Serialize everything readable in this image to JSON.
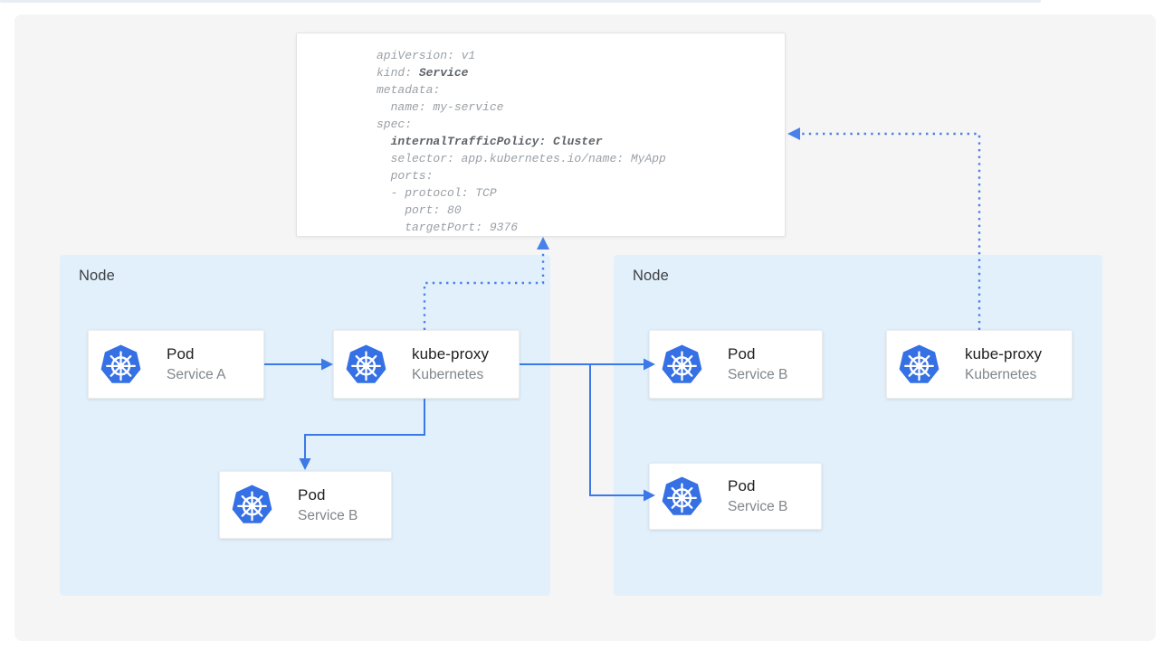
{
  "diagram_title": "Kubernetes Service internalTrafficPolicy Cluster diagram",
  "colors": {
    "panel_bg": "#f5f5f6",
    "node_bg": "#e2f0fc",
    "card_bg": "#ffffff",
    "arrow_solid": "#3b78e8",
    "arrow_dotted": "#4a80ea",
    "k8s_blue": "#3570e4",
    "title_text": "#202124",
    "subtitle_text": "#80868b",
    "node_label": "#3c4043",
    "code_regular": "#9aa0a6",
    "code_bold": "#5f6368",
    "top_line": "#e9edf3"
  },
  "yaml_card": {
    "lines": [
      {
        "pre": "apiVersion: v1",
        "bold": "",
        "post": ""
      },
      {
        "pre": "kind: ",
        "bold": "Service",
        "post": ""
      },
      {
        "pre": "metadata:",
        "bold": "",
        "post": ""
      },
      {
        "pre": "  name: my-service",
        "bold": "",
        "post": ""
      },
      {
        "pre": "spec:",
        "bold": "",
        "post": ""
      },
      {
        "pre": "  ",
        "bold": "internalTrafficPolicy: Cluster",
        "post": ""
      },
      {
        "pre": "  selector: app.kubernetes.io/name: MyApp",
        "bold": "",
        "post": ""
      },
      {
        "pre": "  ports:",
        "bold": "",
        "post": ""
      },
      {
        "pre": "  - protocol: TCP",
        "bold": "",
        "post": ""
      },
      {
        "pre": "    port: 80",
        "bold": "",
        "post": ""
      },
      {
        "pre": "    targetPort: 9376",
        "bold": "",
        "post": ""
      }
    ]
  },
  "nodes": [
    {
      "label": "Node",
      "cards": [
        {
          "title": "Pod",
          "subtitle": "Service A",
          "icon": "kubernetes-icon"
        },
        {
          "title": "kube-proxy",
          "subtitle": "Kubernetes",
          "icon": "kubernetes-icon"
        },
        {
          "title": "Pod",
          "subtitle": "Service B",
          "icon": "kubernetes-icon"
        }
      ]
    },
    {
      "label": "Node",
      "cards": [
        {
          "title": "Pod",
          "subtitle": "Service B",
          "icon": "kubernetes-icon"
        },
        {
          "title": "kube-proxy",
          "subtitle": "Kubernetes",
          "icon": "kubernetes-icon"
        },
        {
          "title": "Pod",
          "subtitle": "Service B",
          "icon": "kubernetes-icon"
        }
      ]
    }
  ]
}
